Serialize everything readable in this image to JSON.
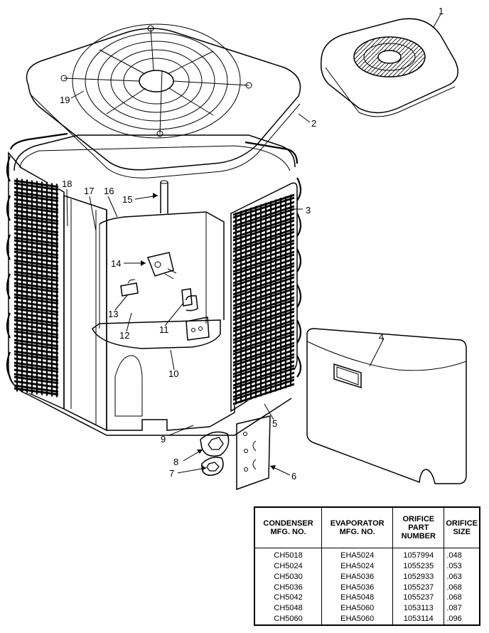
{
  "callouts": [
    "1",
    "2",
    "3",
    "4",
    "5",
    "6",
    "7",
    "8",
    "9",
    "10",
    "11",
    "12",
    "13",
    "14",
    "15",
    "16",
    "17",
    "18",
    "19"
  ],
  "table": {
    "headers": [
      [
        "CONDENSER",
        "MFG. NO."
      ],
      [
        "EVAPORATOR",
        "MFG. NO."
      ],
      [
        "ORIFICE",
        "PART",
        "NUMBER"
      ],
      [
        "ORIFICE",
        "SIZE"
      ]
    ],
    "rows": [
      [
        "CH5018",
        "EHA5024",
        "1057994",
        ".048"
      ],
      [
        "CH5024",
        "EHA5024",
        "1055235",
        ".053"
      ],
      [
        "CH5030",
        "EHA5036",
        "1052933",
        ".063"
      ],
      [
        "CH5036",
        "EHA5036",
        "1055237",
        ".068"
      ],
      [
        "CH5042",
        "EHA5048",
        "1055237",
        ".068"
      ],
      [
        "CH5048",
        "EHA5060",
        "1053113",
        ".087"
      ],
      [
        "CH5060",
        "EHA5060",
        "1053114",
        ".096"
      ]
    ]
  }
}
